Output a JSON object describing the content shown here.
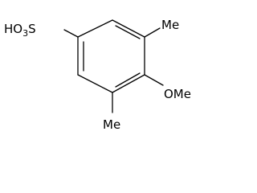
{
  "molecule": {
    "sulfonic_acid_label": {
      "ho": "HO",
      "subscript": "3",
      "s": "S"
    },
    "methyl_top_label": "Me",
    "methoxy_label": "OMe",
    "methyl_bottom_label": "Me"
  }
}
